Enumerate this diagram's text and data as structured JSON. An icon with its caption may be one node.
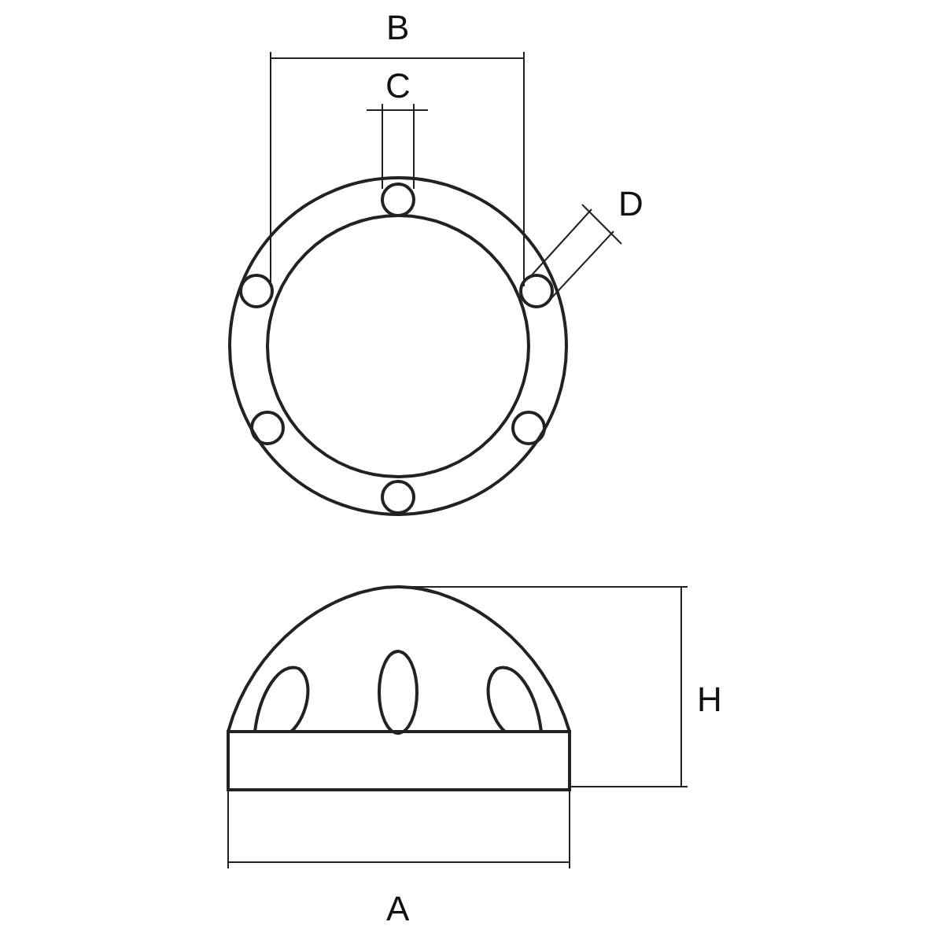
{
  "diagram": {
    "labels": [
      "B",
      "C",
      "D",
      "H",
      "A"
    ]
  }
}
